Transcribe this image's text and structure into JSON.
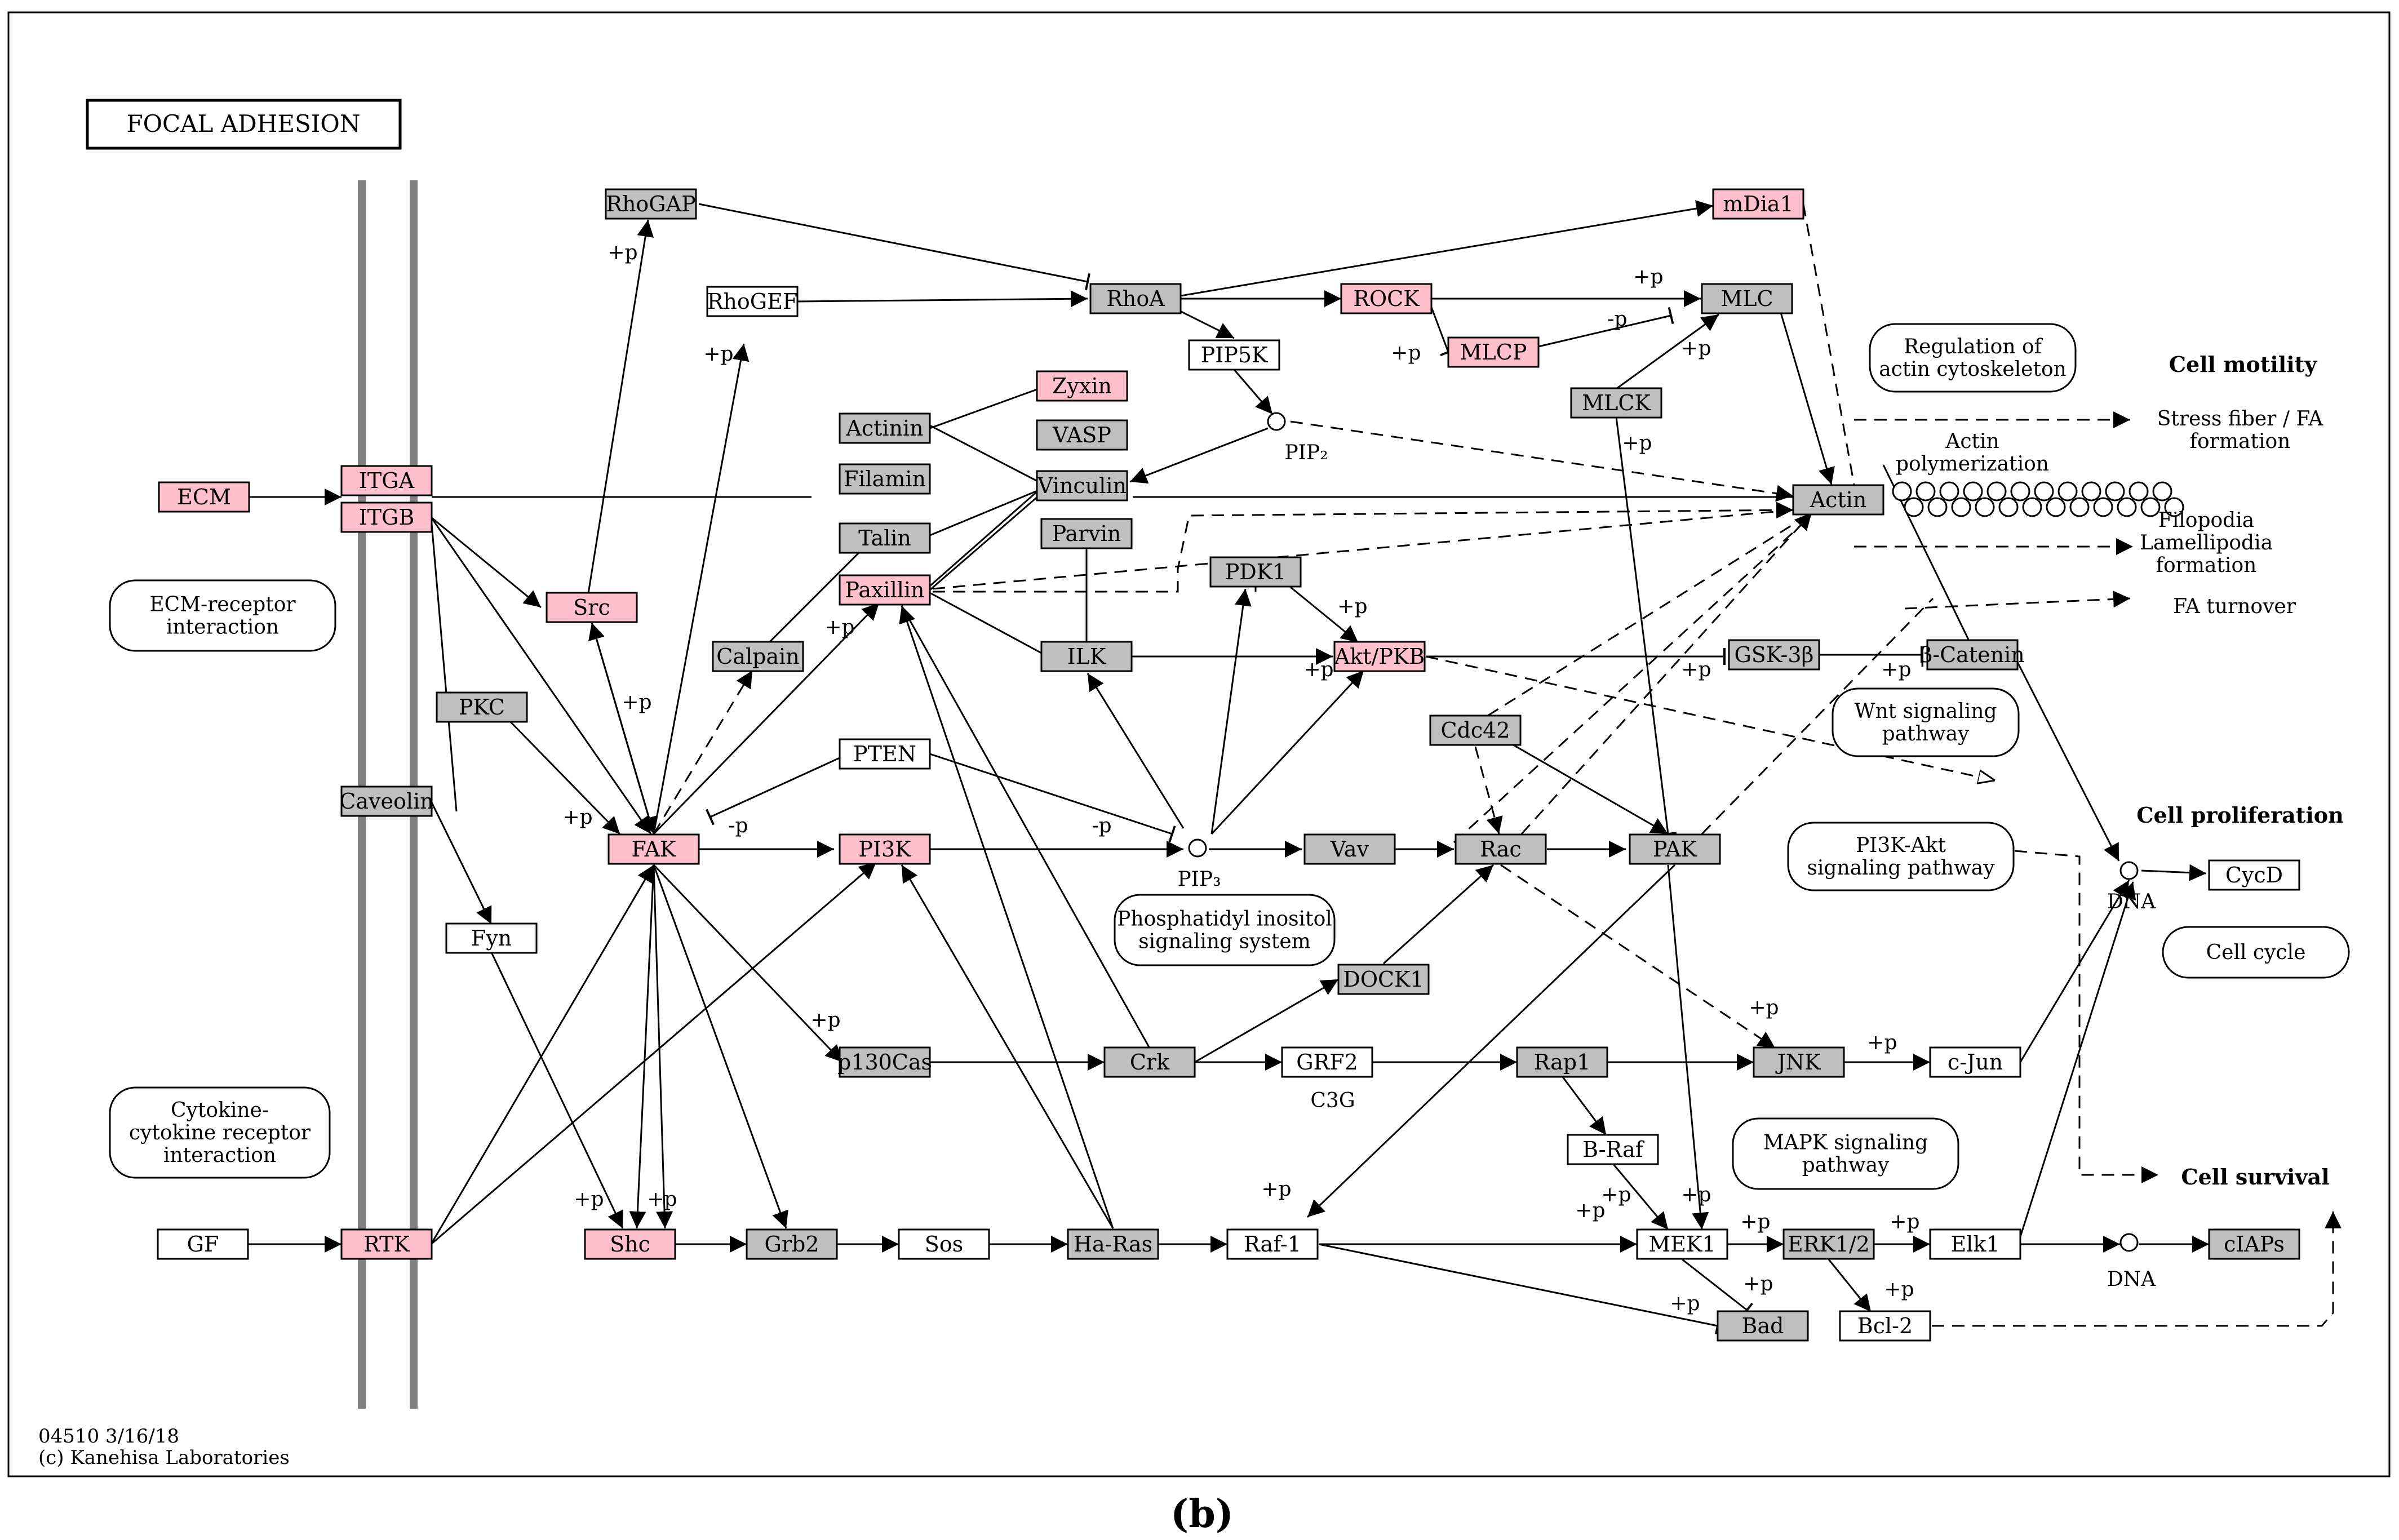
{
  "title": "FOCAL ADHESION",
  "footer": {
    "line1": "04510 3/16/18",
    "line2": "(c) Kanehisa Laboratories"
  },
  "caption": "(b)",
  "colors": {
    "highlighted": "#FFC0CB",
    "gray": "#BFBFBF",
    "plain": "#FFFFFF"
  },
  "genes": [
    {
      "id": "rhogap",
      "label": "RhoGAP",
      "style": "gray"
    },
    {
      "id": "mdia1",
      "label": "mDia1",
      "style": "pink"
    },
    {
      "id": "rhogef",
      "label": "RhoGEF",
      "style": "white"
    },
    {
      "id": "rhoa",
      "label": "RhoA",
      "style": "gray"
    },
    {
      "id": "rock",
      "label": "ROCK",
      "style": "pink"
    },
    {
      "id": "mlc",
      "label": "MLC",
      "style": "gray"
    },
    {
      "id": "mlcp",
      "label": "MLCP",
      "style": "pink"
    },
    {
      "id": "pip5k",
      "label": "PIP5K",
      "style": "white"
    },
    {
      "id": "zyxin",
      "label": "Zyxin",
      "style": "pink"
    },
    {
      "id": "actinin",
      "label": "Actinin",
      "style": "gray"
    },
    {
      "id": "vasp",
      "label": "VASP",
      "style": "gray"
    },
    {
      "id": "mlck",
      "label": "MLCK",
      "style": "gray"
    },
    {
      "id": "filamin",
      "label": "Filamin",
      "style": "gray"
    },
    {
      "id": "vinculin",
      "label": "Vinculin",
      "style": "gray"
    },
    {
      "id": "actin",
      "label": "Actin",
      "style": "gray"
    },
    {
      "id": "ecm",
      "label": "ECM",
      "style": "pink"
    },
    {
      "id": "itga",
      "label": "ITGA",
      "style": "pink"
    },
    {
      "id": "itgb",
      "label": "ITGB",
      "style": "pink"
    },
    {
      "id": "talin",
      "label": "Talin",
      "style": "gray"
    },
    {
      "id": "parvin",
      "label": "Parvin",
      "style": "gray"
    },
    {
      "id": "paxillin",
      "label": "Paxillin",
      "style": "pink"
    },
    {
      "id": "pdk1",
      "label": "PDK1",
      "style": "gray"
    },
    {
      "id": "src",
      "label": "Src",
      "style": "pink"
    },
    {
      "id": "calpain",
      "label": "Calpain",
      "style": "gray"
    },
    {
      "id": "ilk",
      "label": "ILK",
      "style": "gray"
    },
    {
      "id": "akt",
      "label": "Akt/PKB",
      "style": "pink"
    },
    {
      "id": "gsk3b",
      "label": "GSK-3β",
      "style": "gray"
    },
    {
      "id": "bcatenin",
      "label": "β-Catenin",
      "style": "gray"
    },
    {
      "id": "pkc",
      "label": "PKC",
      "style": "gray"
    },
    {
      "id": "cdc42",
      "label": "Cdc42",
      "style": "gray"
    },
    {
      "id": "pten",
      "label": "PTEN",
      "style": "white"
    },
    {
      "id": "caveolin",
      "label": "Caveolin",
      "style": "gray"
    },
    {
      "id": "fak",
      "label": "FAK",
      "style": "pink"
    },
    {
      "id": "pi3k",
      "label": "PI3K",
      "style": "pink"
    },
    {
      "id": "vav",
      "label": "Vav",
      "style": "gray"
    },
    {
      "id": "rac",
      "label": "Rac",
      "style": "gray"
    },
    {
      "id": "pak",
      "label": "PAK",
      "style": "gray"
    },
    {
      "id": "cycd",
      "label": "CycD",
      "style": "white"
    },
    {
      "id": "fyn",
      "label": "Fyn",
      "style": "white"
    },
    {
      "id": "dock1",
      "label": "DOCK1",
      "style": "gray"
    },
    {
      "id": "p130cas",
      "label": "p130Cas",
      "style": "gray"
    },
    {
      "id": "crk",
      "label": "Crk",
      "style": "gray"
    },
    {
      "id": "grf2",
      "label": "GRF2",
      "style": "white"
    },
    {
      "id": "rap1",
      "label": "Rap1",
      "style": "gray"
    },
    {
      "id": "jnk",
      "label": "JNK",
      "style": "gray"
    },
    {
      "id": "cjun",
      "label": "c-Jun",
      "style": "white"
    },
    {
      "id": "braf",
      "label": "B-Raf",
      "style": "white"
    },
    {
      "id": "gf",
      "label": "GF",
      "style": "white"
    },
    {
      "id": "rtk",
      "label": "RTK",
      "style": "pink"
    },
    {
      "id": "shc",
      "label": "Shc",
      "style": "pink"
    },
    {
      "id": "grb2",
      "label": "Grb2",
      "style": "gray"
    },
    {
      "id": "sos",
      "label": "Sos",
      "style": "white"
    },
    {
      "id": "hras",
      "label": "Ha-Ras",
      "style": "gray"
    },
    {
      "id": "raf1",
      "label": "Raf-1",
      "style": "white"
    },
    {
      "id": "mek1",
      "label": "MEK1",
      "style": "white"
    },
    {
      "id": "erk",
      "label": "ERK1/2",
      "style": "gray"
    },
    {
      "id": "elk1",
      "label": "Elk1",
      "style": "white"
    },
    {
      "id": "ciaps",
      "label": "cIAPs",
      "style": "gray"
    },
    {
      "id": "bad",
      "label": "Bad",
      "style": "gray"
    },
    {
      "id": "bcl2",
      "label": "Bcl-2",
      "style": "white"
    }
  ],
  "pathways": [
    {
      "id": "ecm_receptor",
      "lines": [
        "ECM-receptor",
        "interaction"
      ]
    },
    {
      "id": "cytokine",
      "lines": [
        "Cytokine-",
        "cytokine receptor",
        "interaction"
      ]
    },
    {
      "id": "regulation",
      "lines": [
        "Regulation of",
        "actin cytoskeleton"
      ]
    },
    {
      "id": "wnt",
      "lines": [
        "Wnt signaling",
        "pathway"
      ]
    },
    {
      "id": "phosphatidyl",
      "lines": [
        "Phosphatidyl inositol",
        "signaling system"
      ]
    },
    {
      "id": "pi3kakt",
      "lines": [
        "PI3K-Akt",
        "signaling pathway"
      ]
    },
    {
      "id": "cellcycle",
      "lines": [
        "Cell cycle"
      ]
    },
    {
      "id": "mapk",
      "lines": [
        "MAPK signaling",
        "pathway"
      ]
    }
  ],
  "outputs": {
    "cell_motility": "Cell motility",
    "cell_proliferation": "Cell proliferation",
    "cell_survival": "Cell survival",
    "stress_fiber": [
      "Stress fiber / FA",
      "formation"
    ],
    "filopodia": [
      "Filopodia",
      "Lamellipodia",
      "formation"
    ],
    "fa_turnover": "FA turnover",
    "actin_polymerization": [
      "Actin",
      "polymerization"
    ]
  },
  "compounds": {
    "pip2": "PIP₂",
    "pip3": "PIP₃",
    "dna": "DNA"
  },
  "misc_labels": {
    "c3g": "C3G",
    "plus_p": "+p",
    "minus_p": "-p"
  }
}
